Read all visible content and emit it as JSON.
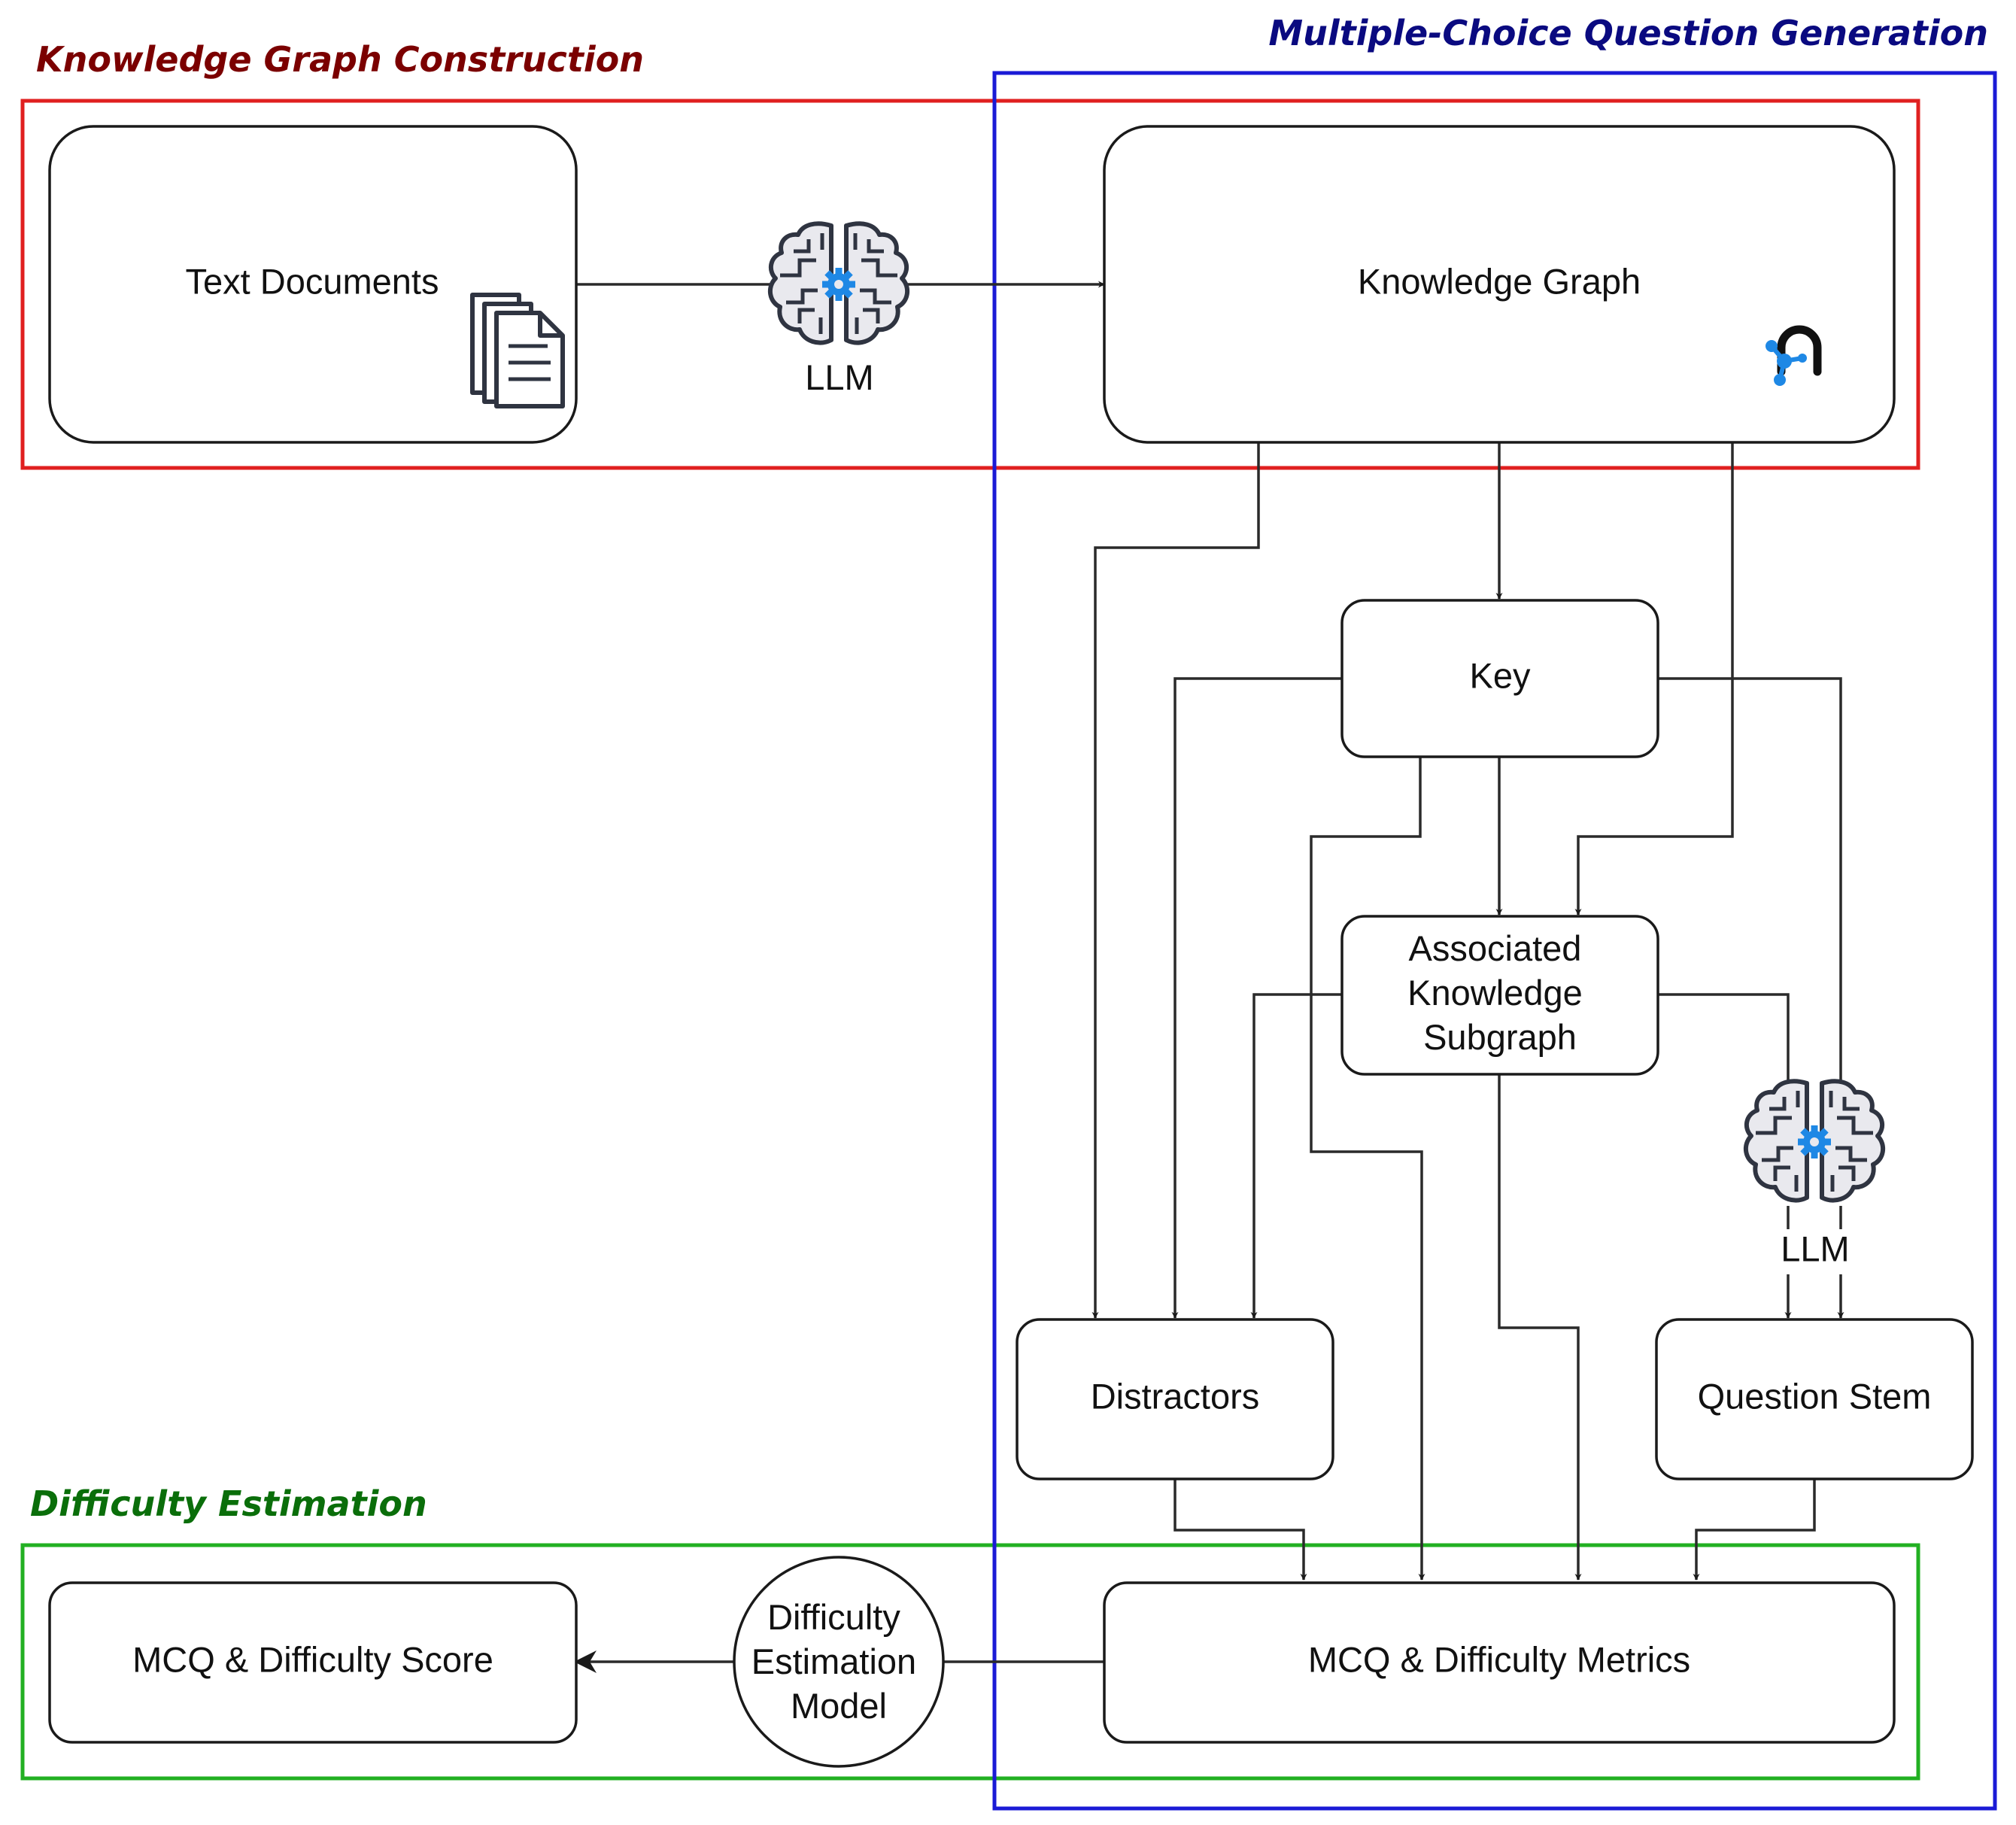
{
  "sections": {
    "kg_construction": {
      "title": "Knowledge Graph Construction",
      "color": "#7b0000",
      "border": "#e02020"
    },
    "mcq_generation": {
      "title": "Multiple-Choice Question Generation",
      "color": "#0a0a80",
      "border": "#1a1ad6"
    },
    "difficulty_estimation": {
      "title": "Difficulty Estimation",
      "color": "#0a6e0a",
      "border": "#22b022"
    }
  },
  "nodes": {
    "text_documents": "Text Documents",
    "knowledge_graph": "Knowledge Graph",
    "key": "Key",
    "associated_subgraph": [
      "Associated",
      "Knowledge",
      "Subgraph"
    ],
    "distractors": "Distractors",
    "question_stem": "Question Stem",
    "mcq_metrics": "MCQ & Difficulty Metrics",
    "mcq_score": "MCQ & Difficulty Score",
    "difficulty_model": [
      "Difficulty",
      "Estimation",
      "Model"
    ]
  },
  "llm_labels": {
    "top": "LLM",
    "right": "LLM"
  },
  "icons": {
    "documents": "documents-icon",
    "llm_brain": "brain-gear-icon",
    "graph_logo": "graph-database-icon"
  },
  "colors": {
    "gear": "#1e88e5",
    "brain_fill": "#e9e9ee",
    "icon_stroke": "#2f3441"
  }
}
